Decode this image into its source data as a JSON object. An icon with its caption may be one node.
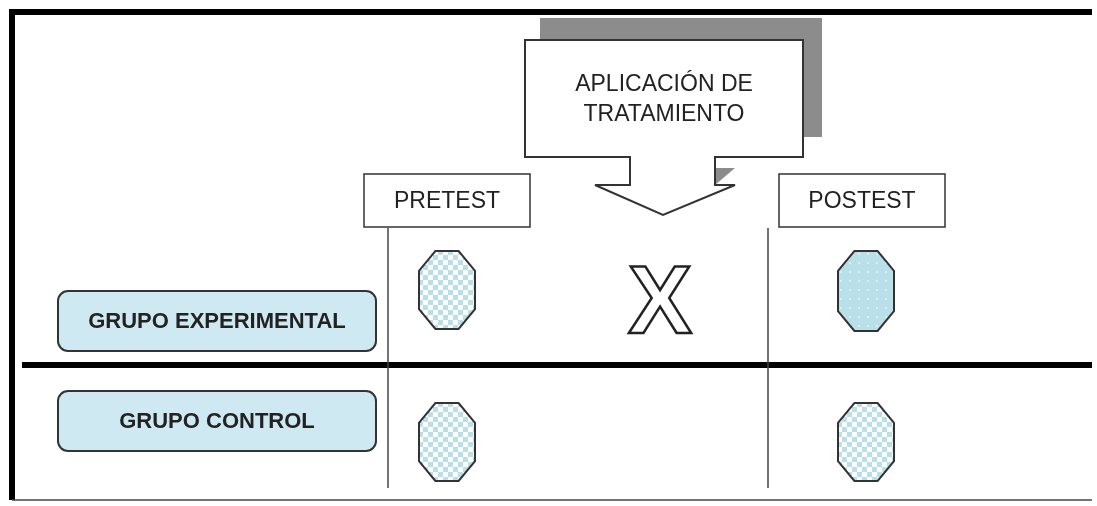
{
  "diagram": {
    "nodes": [
      {
        "text": [
          "APLICACIÓN DE TRATAMIENTO"
        ]
      },
      {
        "text": [
          "PRETEST"
        ]
      },
      {
        "text": [
          "POSTEST"
        ]
      },
      {
        "text": [
          "GRUPO EXPERIMENTAL"
        ]
      },
      {
        "text": [],
        "shape": "octagon"
      },
      {
        "text": [],
        "shape": "octagon"
      },
      {
        "text": [
          "GRUPO CONTROL"
        ]
      },
      {
        "text": [],
        "shape": "octagon"
      },
      {
        "text": [],
        "shape": "octagon"
      }
    ],
    "labels": [
      "X"
    ]
  }
}
